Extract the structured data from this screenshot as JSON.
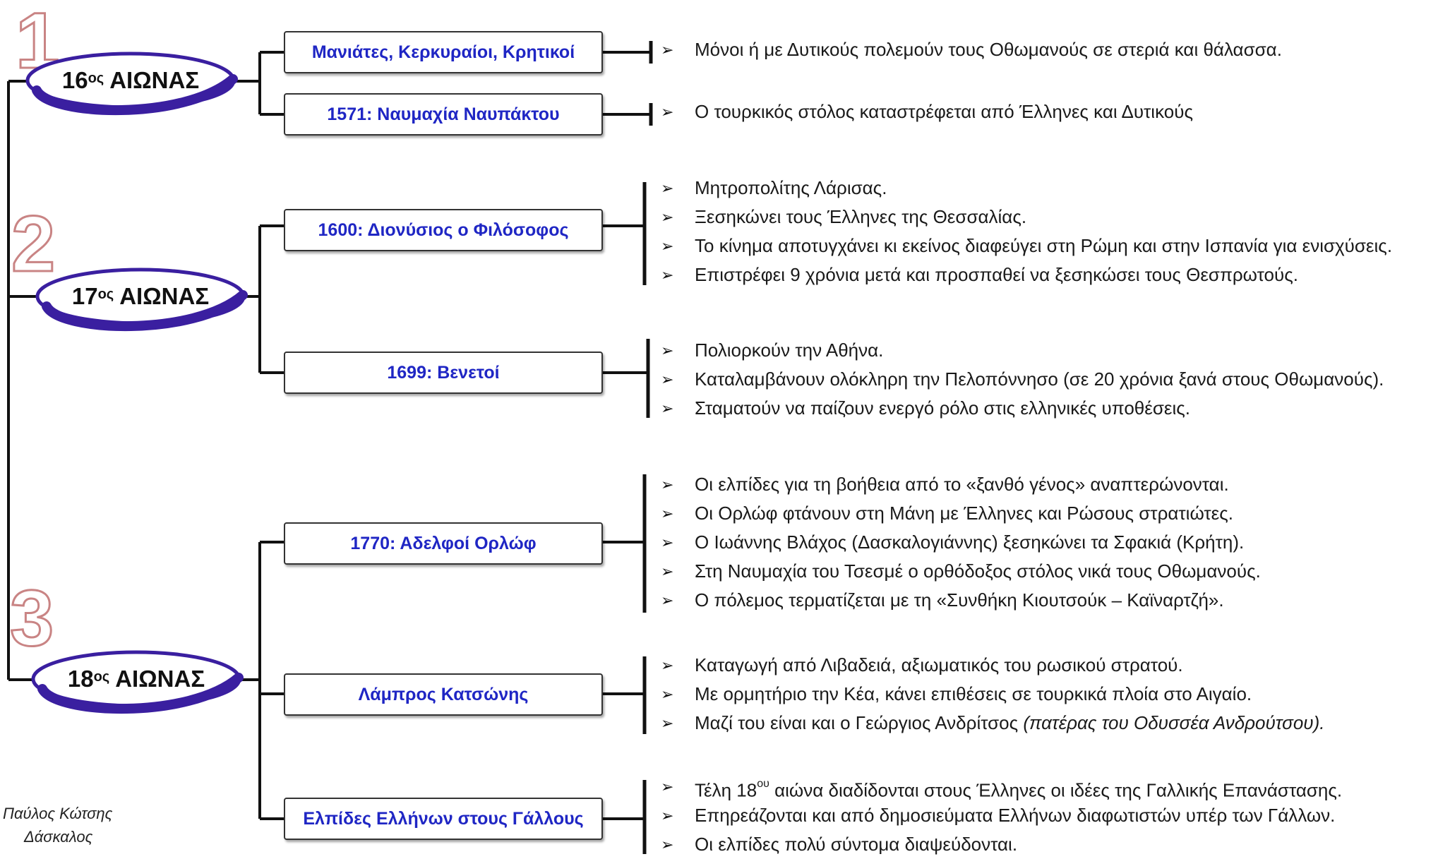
{
  "centuries": [
    {
      "num": "16",
      "sup": "ος",
      "word": "ΑΙΩΝΑΣ",
      "big_number": "1",
      "topics": [
        {
          "label": "Μανιάτες, Κερκυραίοι, Κρητικοί",
          "bullets": [
            "Μόνοι ή με Δυτικούς πολεμούν τους Οθωμανούς σε στεριά και θάλασσα."
          ]
        },
        {
          "label": "1571: Ναυμαχία Ναυπάκτου",
          "bullets": [
            "Ο τουρκικός στόλος καταστρέφεται από Έλληνες και Δυτικούς"
          ]
        }
      ]
    },
    {
      "num": "17",
      "sup": "ος",
      "word": "ΑΙΩΝΑΣ",
      "big_number": "2",
      "topics": [
        {
          "label": "1600: Διονύσιος ο Φιλόσοφος",
          "bullets": [
            "Μητροπολίτης Λάρισας.",
            "Ξεσηκώνει τους Έλληνες της Θεσσαλίας.",
            "Το κίνημα αποτυγχάνει κι εκείνος διαφεύγει στη Ρώμη και στην Ισπανία για ενισχύσεις.",
            "Επιστρέφει 9 χρόνια μετά και προσπαθεί να ξεσηκώσει τους Θεσπρωτούς."
          ]
        },
        {
          "label": "1699: Βενετοί",
          "bullets": [
            "Πολιορκούν την Αθήνα.",
            "Καταλαμβάνουν ολόκληρη την Πελοπόννησο (σε 20 χρόνια ξανά στους Οθωμανούς).",
            "Σταματούν να παίζουν ενεργό ρόλο στις ελληνικές υποθέσεις."
          ]
        }
      ]
    },
    {
      "num": "18",
      "sup": "ος",
      "word": "ΑΙΩΝΑΣ",
      "big_number": "3",
      "topics": [
        {
          "label": "1770: Αδελφοί Ορλώφ",
          "bullets": [
            "Οι ελπίδες για τη βοήθεια από το «ξανθό γένος» αναπτερώνονται.",
            "Οι Ορλώφ φτάνουν στη Μάνη με Έλληνες και Ρώσους στρατιώτες.",
            "Ο Ιωάννης Βλάχος (Δασκαλογιάννης) ξεσηκώνει τα Σφακιά (Κρήτη).",
            "Στη Ναυμαχία του Τσεσμέ ο ορθόδοξος στόλος νικά τους Οθωμανούς.",
            "Ο πόλεμος τερματίζεται με τη «Συνθήκη Κιουτσούκ – Καϊναρτζή»."
          ]
        },
        {
          "label": "Λάμπρος Κατσώνης",
          "bullets": [
            "Καταγωγή από Λιβαδειά, αξιωματικός του ρωσικού στρατού.",
            "Με ορμητήριο την Κέα, κάνει επιθέσεις σε τουρκικά πλοία στο Αιγαίο.",
            "Μαζί του είναι και ο Γεώργιος Ανδρίτσος "
          ],
          "bullet3_italic": "(πατέρας του Οδυσσέα Ανδρούτσου)."
        },
        {
          "label": "Ελπίδες Ελλήνων στους Γάλλους",
          "bullets": [
            "Τέλη 18",
            "Επηρεάζονται και από δημοσιεύματα Ελλήνων διαφωτιστών υπέρ των Γάλλων.",
            "Οι ελπίδες πολύ σύντομα διαψεύδονται."
          ],
          "bullet1_sup": "ου",
          "bullet1_rest": " αιώνα διαδίδονται στους Έλληνες οι ιδέες της Γαλλικής Επανάστασης."
        }
      ]
    }
  ],
  "bullet_glyph": "➢",
  "author": {
    "name": "Παύλος Κώτσης",
    "role": "Δάσκαλος"
  },
  "colors": {
    "oval": "#3a1fa0",
    "topic_text": "#1f26c4",
    "big_number_outline": "#c98484"
  }
}
